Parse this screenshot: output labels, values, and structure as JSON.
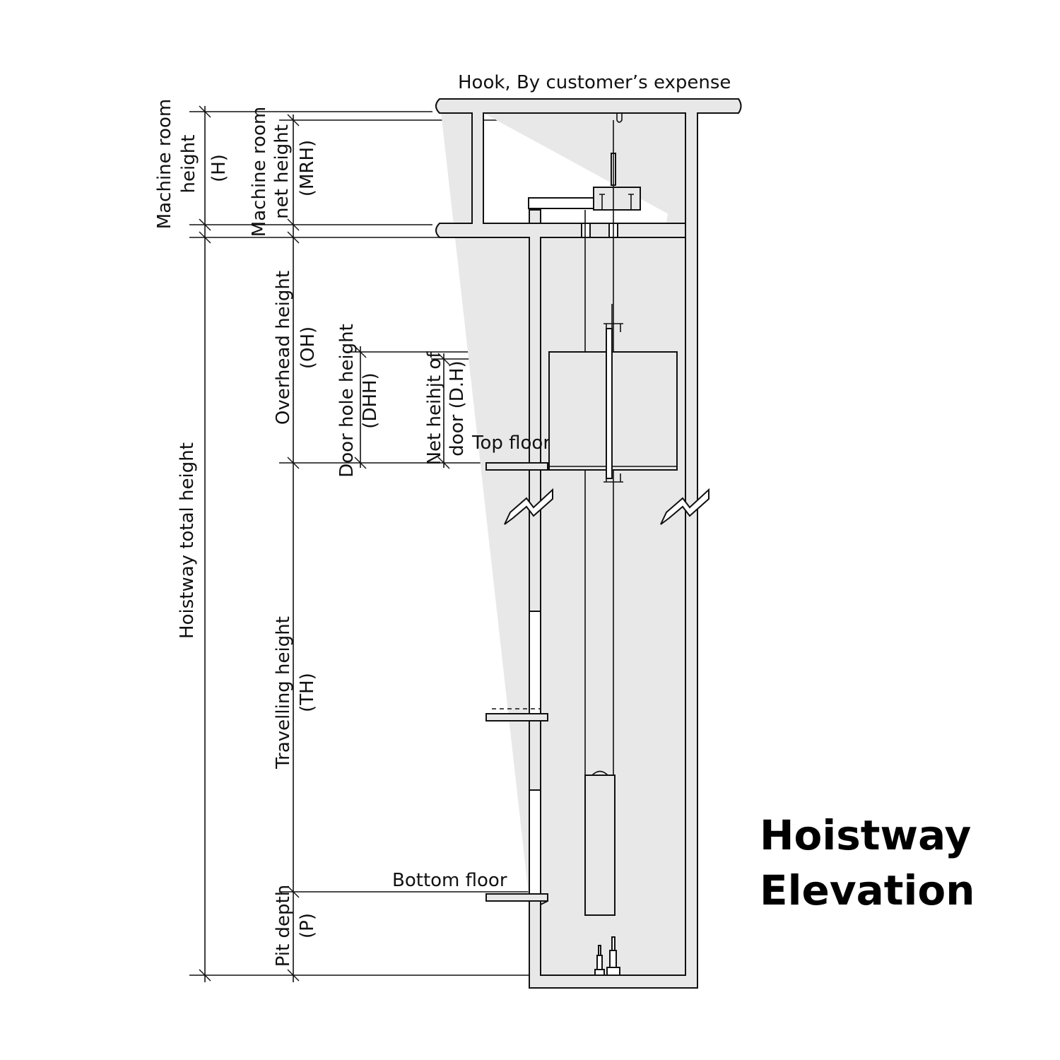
{
  "title": {
    "line1": "Hoistway",
    "line2": "Elevation"
  },
  "labels": {
    "hook": "Hook, By customer’s expense",
    "machine_room_height": [
      "Machine room",
      "height",
      "(H)"
    ],
    "machine_room_net_height": [
      "Machine room",
      "net height",
      "(MRH)"
    ],
    "hoistway_total_height": "Hoistway total height",
    "overhead_height": [
      "Overhead height",
      "(OH)"
    ],
    "door_hole_height": [
      "Door hole height",
      "(DHH)"
    ],
    "net_height_of_door": [
      "Net heihjt of",
      "door (D.H)"
    ],
    "travelling_height": [
      "Travelling height",
      "(TH)"
    ],
    "pit_depth": [
      "Pit depth",
      "(P)"
    ],
    "top_floor": "Top floor",
    "bottom_floor": "Bottom floor"
  },
  "colors": {
    "fill": "#e8e8e8",
    "stroke": "#111111"
  }
}
